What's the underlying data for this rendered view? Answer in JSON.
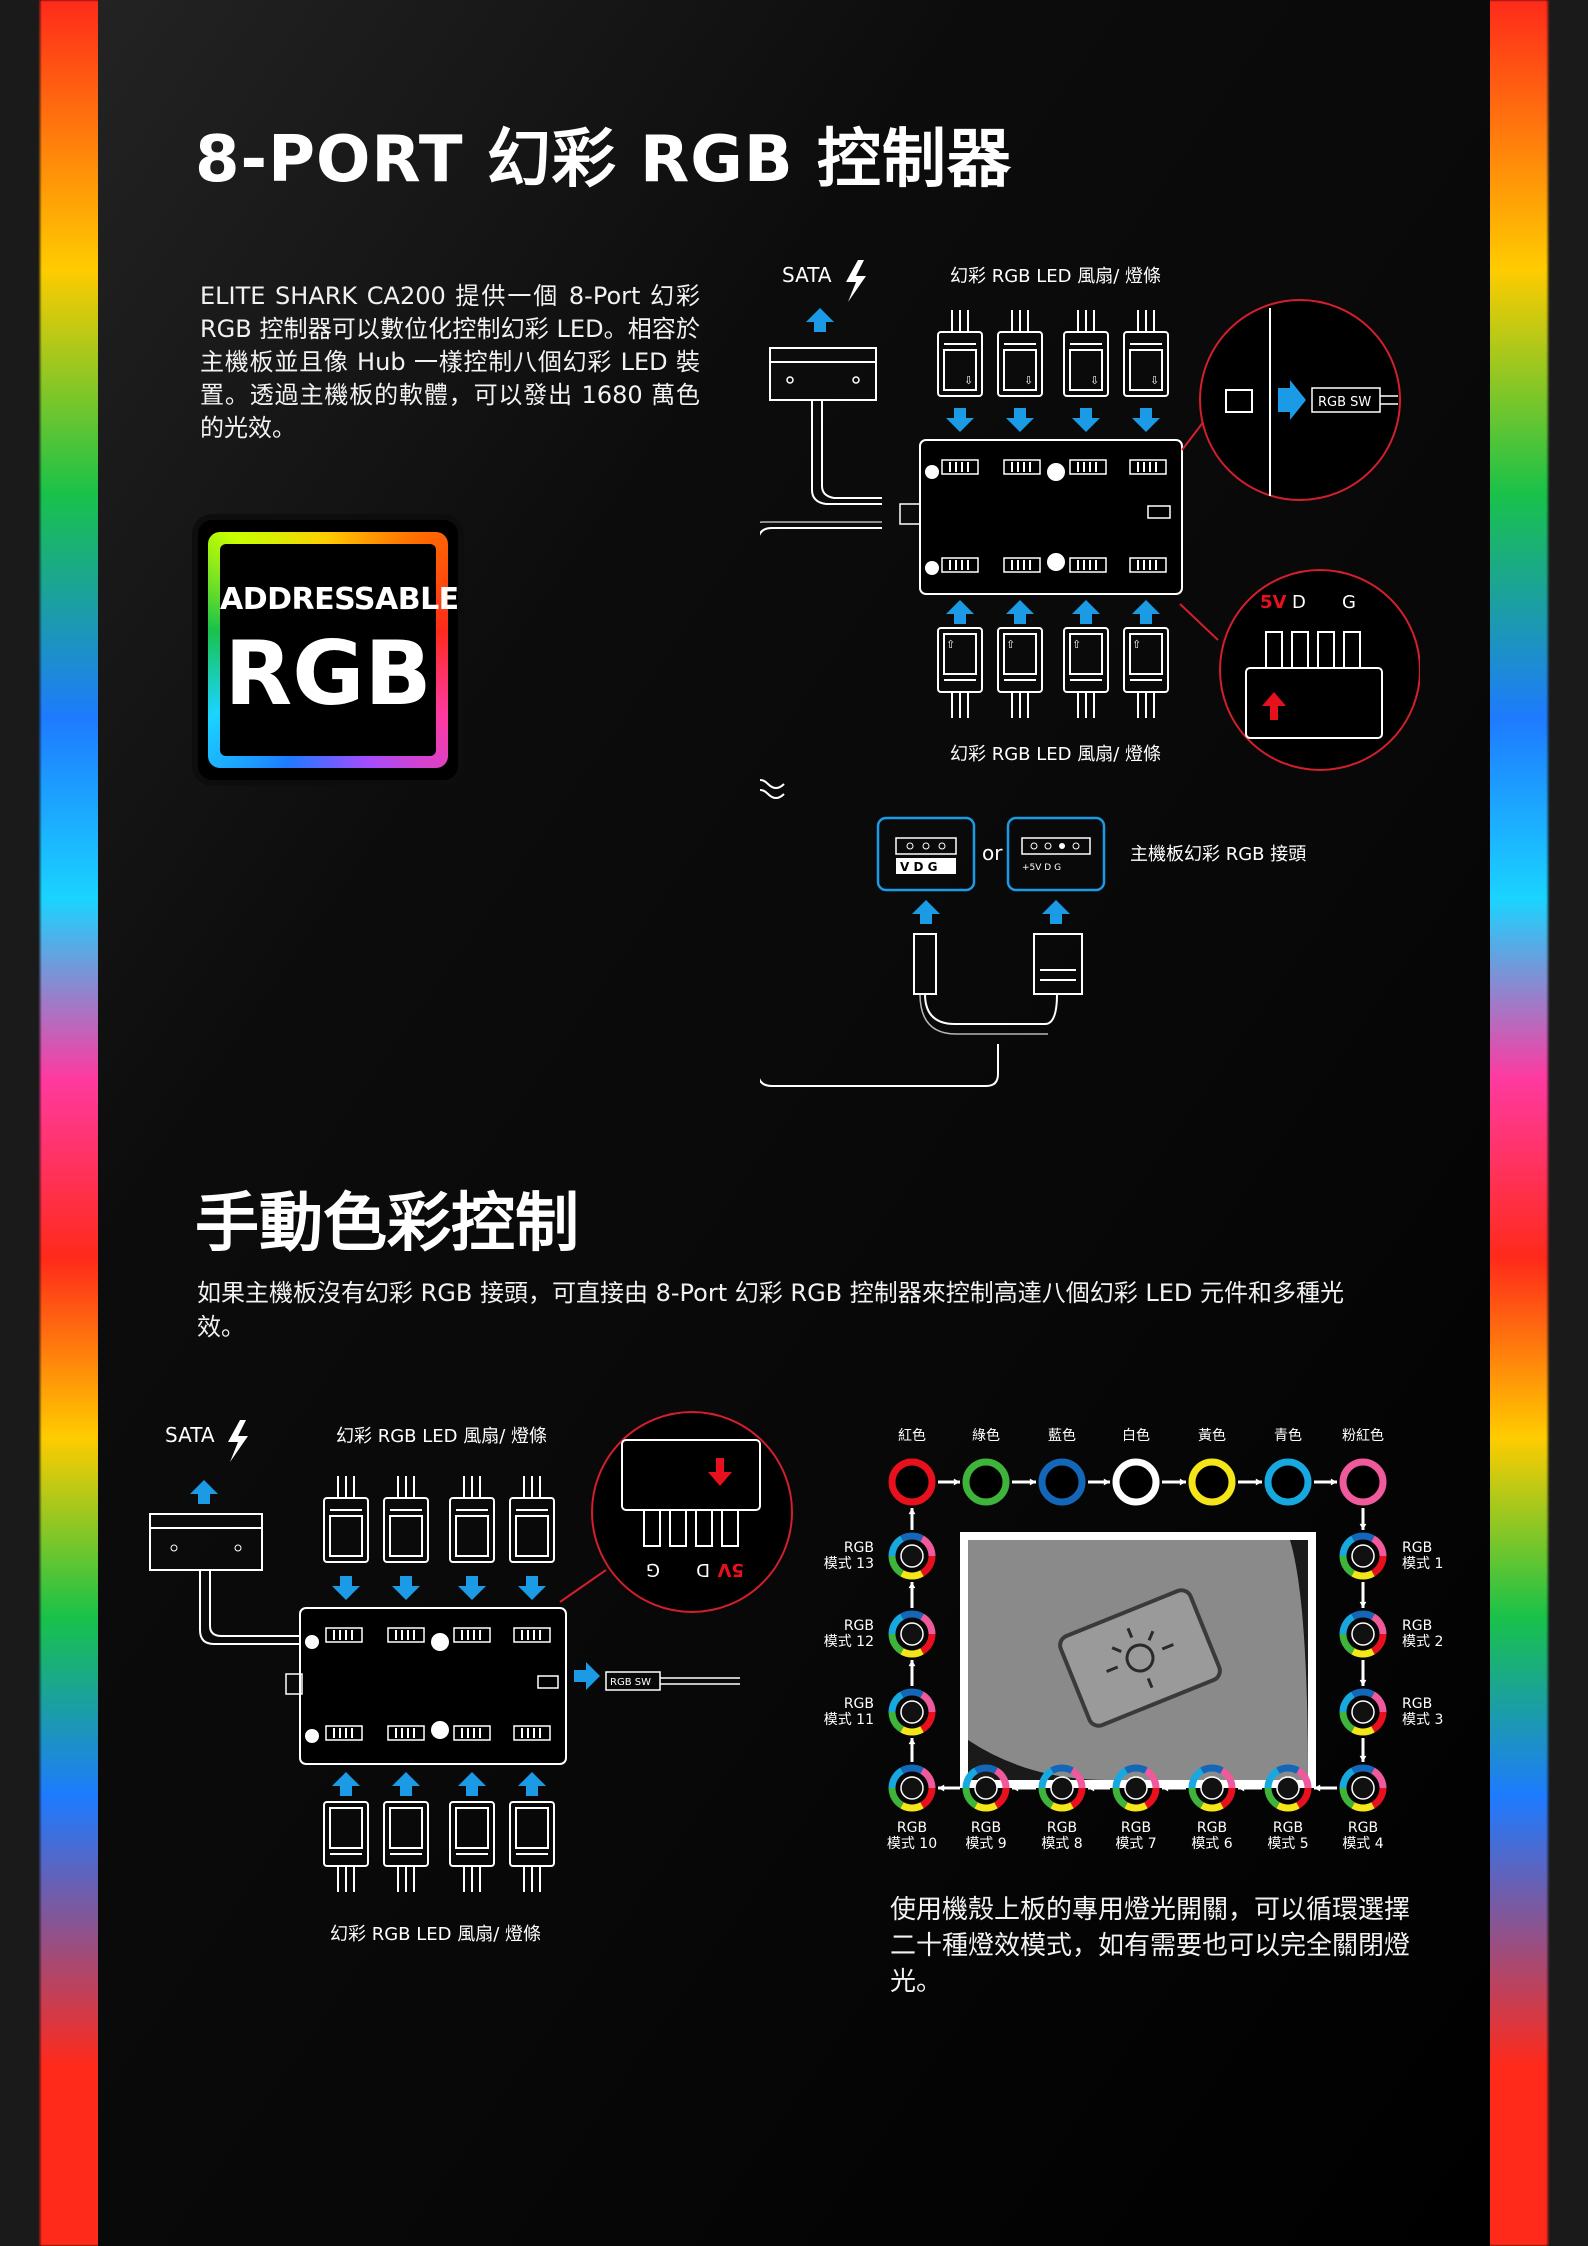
{
  "section1": {
    "title": "8-PORT 幻彩 RGB 控制器",
    "description": "ELITE SHARK CA200 提供一個 8-Port 幻彩 RGB 控制器可以數位化控制幻彩 LED。相容於主機板並且像 Hub 一樣控制八個幻彩 LED 裝置。透過主機板的軟體，可以發出 1680 萬色的光效。",
    "badge": {
      "line1": "ADDRESSABLE",
      "line2": "RGB"
    },
    "diagram": {
      "sata_label": "SATA",
      "top_device_label": "幻彩 RGB LED 風扇/ 燈條",
      "bottom_device_label": "幻彩 RGB LED 風扇/ 燈條",
      "switch_label": "RGB SW",
      "pin_5v": "5V",
      "pin_d": "D",
      "pin_g": "G",
      "or_label": "or",
      "header_a_pins": "V D G",
      "header_b_pins": "+5V D   G",
      "mb_header_label": "主機板幻彩 RGB 接頭"
    }
  },
  "section2": {
    "title": "手動色彩控制",
    "description": "如果主機板沒有幻彩 RGB 接頭，可直接由 8-Port 幻彩 RGB 控制器來控制高達八個幻彩 LED 元件和多種光效。",
    "diagram": {
      "sata_label": "SATA",
      "top_device_label": "幻彩 RGB LED 風扇/ 燈條",
      "bottom_device_label": "幻彩 RGB LED 風扇/ 燈條",
      "switch_label": "RGB SW",
      "pin_5v": "5V",
      "pin_d": "D",
      "pin_g": "G"
    },
    "modes": {
      "colors": [
        {
          "label": "紅色",
          "hex": "#e8101c"
        },
        {
          "label": "綠色",
          "hex": "#3fb43a"
        },
        {
          "label": "藍色",
          "hex": "#1466b8"
        },
        {
          "label": "白色",
          "hex": "#ffffff"
        },
        {
          "label": "黃色",
          "hex": "#f5e61a"
        },
        {
          "label": "青色",
          "hex": "#18a8e0"
        },
        {
          "label": "粉紅色",
          "hex": "#ee5a9c"
        }
      ],
      "right_modes": [
        {
          "label": "RGB",
          "sub": "模式 1"
        },
        {
          "label": "RGB",
          "sub": "模式 2"
        },
        {
          "label": "RGB",
          "sub": "模式 3"
        }
      ],
      "bottom_modes": [
        {
          "label": "RGB",
          "sub": "模式 4"
        },
        {
          "label": "RGB",
          "sub": "模式 5"
        },
        {
          "label": "RGB",
          "sub": "模式 6"
        },
        {
          "label": "RGB",
          "sub": "模式 7"
        },
        {
          "label": "RGB",
          "sub": "模式 8"
        },
        {
          "label": "RGB",
          "sub": "模式 9"
        },
        {
          "label": "RGB",
          "sub": "模式 10"
        }
      ],
      "left_modes": [
        {
          "label": "RGB",
          "sub": "模式 11"
        },
        {
          "label": "RGB",
          "sub": "模式 12"
        },
        {
          "label": "RGB",
          "sub": "模式 13"
        }
      ]
    },
    "footer_text": "使用機殼上板的專用燈光開關，可以循環選擇二十種燈效模式，如有需要也可以完全關閉燈光。"
  }
}
